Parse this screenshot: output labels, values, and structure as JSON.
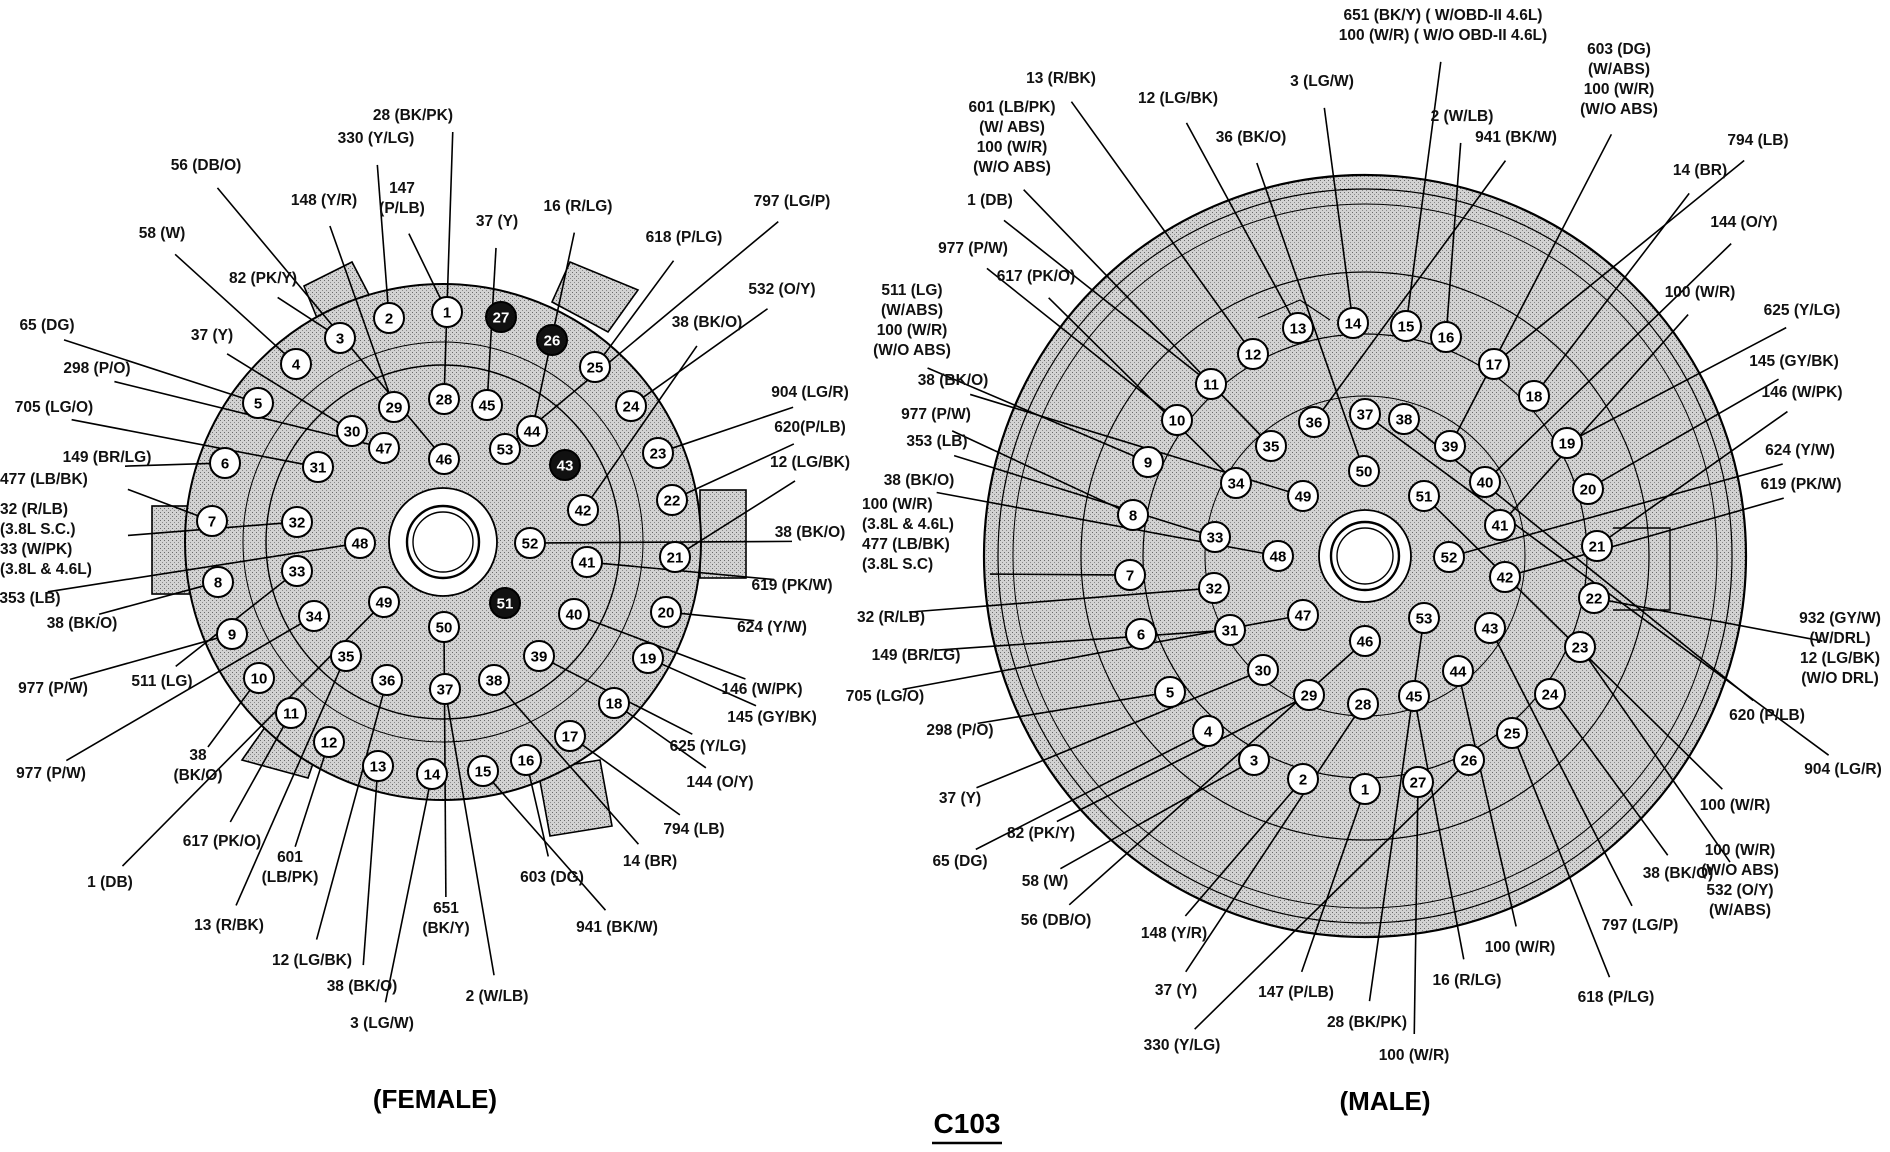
{
  "title": "C103",
  "female": {
    "caption": "(FEMALE)",
    "dark_pins": [
      "26",
      "27",
      "43",
      "51"
    ],
    "labels": [
      {
        "pin": "28",
        "lines": [
          "28 (BK/PK)"
        ]
      },
      {
        "pin": "2",
        "lines": [
          "330 (Y/LG)"
        ]
      },
      {
        "pin": "1",
        "lines": [
          "147",
          "(P/LB)"
        ]
      },
      {
        "pin": "45",
        "lines": [
          "37 (Y)"
        ]
      },
      {
        "pin": "44",
        "lines": [
          "16 (R/LG)"
        ]
      },
      {
        "pin": "25",
        "lines": [
          "618 (P/LG)"
        ]
      },
      {
        "pin": "53",
        "lines": [
          "797 (LG/P)"
        ]
      },
      {
        "pin": "24",
        "lines": [
          "532 (O/Y)"
        ]
      },
      {
        "pin": "42",
        "lines": [
          "38 (BK/O)"
        ]
      },
      {
        "pin": "23",
        "lines": [
          "904 (LG/R)"
        ]
      },
      {
        "pin": "22",
        "lines": [
          "620(P/LB)"
        ]
      },
      {
        "pin": "21",
        "lines": [
          "12 (LG/BK)"
        ]
      },
      {
        "pin": "52",
        "lines": [
          "38 (BK/O)"
        ]
      },
      {
        "pin": "41",
        "lines": [
          "619 (PK/W)"
        ]
      },
      {
        "pin": "20",
        "lines": [
          "624 (Y/W)"
        ]
      },
      {
        "pin": "40",
        "lines": [
          "146 (W/PK)"
        ]
      },
      {
        "pin": "19",
        "lines": [
          "145 (GY/BK)"
        ]
      },
      {
        "pin": "39",
        "lines": [
          "625 (Y/LG)"
        ]
      },
      {
        "pin": "18",
        "lines": [
          "144 (O/Y)"
        ]
      },
      {
        "pin": "17",
        "lines": [
          "794 (LB)"
        ]
      },
      {
        "pin": "38",
        "lines": [
          "14 (BR)"
        ]
      },
      {
        "pin": "16",
        "lines": [
          "603 (DG)"
        ]
      },
      {
        "pin": "15",
        "lines": [
          "941 (BK/W)"
        ]
      },
      {
        "pin": "37",
        "lines": [
          "2 (W/LB)"
        ]
      },
      {
        "pin": "50",
        "lines": [
          "651",
          "(BK/Y)"
        ]
      },
      {
        "pin": "14",
        "lines": [
          "3 (LG/W)"
        ]
      },
      {
        "pin": "13",
        "lines": [
          "38 (BK/O)"
        ]
      },
      {
        "pin": "36",
        "lines": [
          "12 (LG/BK)"
        ]
      },
      {
        "pin": "12",
        "lines": [
          "601",
          "(LB/PK)"
        ]
      },
      {
        "pin": "35",
        "lines": [
          "13 (R/BK)"
        ]
      },
      {
        "pin": "11",
        "lines": [
          "617 (PK/O)"
        ]
      },
      {
        "pin": "49",
        "lines": [
          "1 (DB)"
        ]
      },
      {
        "pin": "34",
        "lines": [
          "977 (P/W)"
        ]
      },
      {
        "pin": "10",
        "lines": [
          "38",
          "(BK/O)"
        ]
      },
      {
        "pin": "33",
        "lines": [
          "511 (LG)"
        ]
      },
      {
        "pin": "9",
        "lines": [
          "977 (P/W)"
        ]
      },
      {
        "pin": "8",
        "lines": [
          "38 (BK/O)"
        ]
      },
      {
        "pin": "48",
        "lines": [
          "353 (LB)"
        ]
      },
      {
        "pin": "32",
        "lines": [
          "32 (R/LB)",
          "(3.8L S.C.)",
          "33 (W/PK)",
          "(3.8L & 4.6L)"
        ]
      },
      {
        "pin": "7",
        "lines": [
          "477 (LB/BK)"
        ]
      },
      {
        "pin": "6",
        "lines": [
          "149 (BR/LG)"
        ]
      },
      {
        "pin": "31",
        "lines": [
          "705 (LG/O)"
        ]
      },
      {
        "pin": "47",
        "lines": [
          "298 (P/O)"
        ]
      },
      {
        "pin": "5",
        "lines": [
          "65 (DG)"
        ]
      },
      {
        "pin": "30",
        "lines": [
          "37 (Y)"
        ]
      },
      {
        "pin": "4",
        "lines": [
          "58 (W)"
        ]
      },
      {
        "pin": "3",
        "lines": [
          "82 (PK/Y)"
        ]
      },
      {
        "pin": "29",
        "lines": [
          "148 (Y/R)"
        ]
      },
      {
        "pin": "46",
        "lines": [
          "56 (DB/O)"
        ]
      }
    ]
  },
  "male": {
    "caption": "(MALE)",
    "labels": [
      {
        "pin": "15",
        "lines": [
          "651 (BK/Y) ( W/OBD-II 4.6L)",
          "100 (W/R) ( W/O OBD-II 4.6L)"
        ]
      },
      {
        "pin": "14",
        "lines": [
          "3 (LG/W)"
        ]
      },
      {
        "pin": "12",
        "lines": [
          "13 (R/BK)"
        ]
      },
      {
        "pin": "13",
        "lines": [
          "12 (LG/BK)"
        ]
      },
      {
        "pin": "35",
        "lines": [
          "601 (LB/PK)",
          "(W/ ABS)",
          "100 (W/R)",
          "(W/O ABS)"
        ]
      },
      {
        "pin": "50",
        "lines": [
          "36 (BK/O)"
        ]
      },
      {
        "pin": "16",
        "lines": [
          "2 (W/LB)"
        ]
      },
      {
        "pin": "36",
        "lines": [
          "941 (BK/W)"
        ]
      },
      {
        "pin": "39",
        "lines": [
          "603 (DG)",
          "(W/ABS)",
          "100 (W/R)",
          "(W/O ABS)"
        ]
      },
      {
        "pin": "17",
        "lines": [
          "794 (LB)"
        ]
      },
      {
        "pin": "18",
        "lines": [
          "14 (BR)"
        ]
      },
      {
        "pin": "40",
        "lines": [
          "144 (O/Y)"
        ]
      },
      {
        "pin": "41",
        "lines": [
          "100 (W/R)"
        ]
      },
      {
        "pin": "19",
        "lines": [
          "625 (Y/LG)"
        ]
      },
      {
        "pin": "20",
        "lines": [
          "145 (GY/BK)"
        ]
      },
      {
        "pin": "21",
        "lines": [
          "146 (W/PK)"
        ]
      },
      {
        "pin": "52",
        "lines": [
          "624 (Y/W)"
        ]
      },
      {
        "pin": "42",
        "lines": [
          "619 (PK/W)"
        ]
      },
      {
        "pin": "11",
        "lines": [
          "1 (DB)"
        ]
      },
      {
        "pin": "10",
        "lines": [
          "977 (P/W)"
        ]
      },
      {
        "pin": "34",
        "lines": [
          "617 (PK/O)"
        ]
      },
      {
        "pin": "9",
        "lines": [
          "511 (LG)",
          "(W/ABS)",
          "100 (W/R)",
          "(W/O ABS)"
        ]
      },
      {
        "pin": "49",
        "lines": [
          "38 (BK/O)"
        ]
      },
      {
        "pin": "8",
        "lines": [
          "977 (P/W)"
        ]
      },
      {
        "pin": "33",
        "lines": [
          "353 (LB)"
        ]
      },
      {
        "pin": "48",
        "lines": [
          "38 (BK/O)"
        ]
      },
      {
        "pin": "7",
        "lines": [
          "100 (W/R)",
          "(3.8L & 4.6L)",
          "477 (LB/BK)",
          "(3.8L S.C)"
        ]
      },
      {
        "pin": "32",
        "lines": [
          "32 (R/LB)"
        ]
      },
      {
        "pin": "31",
        "lines": [
          "149 (BR/LG)"
        ]
      },
      {
        "pin": "47",
        "lines": [
          "705 (LG/O)"
        ]
      },
      {
        "pin": "5",
        "lines": [
          "298 (P/O)"
        ]
      },
      {
        "pin": "30",
        "lines": [
          "37 (Y)"
        ]
      },
      {
        "pin": "29",
        "lines": [
          "82 (PK/Y)"
        ]
      },
      {
        "pin": "4",
        "lines": [
          "65 (DG)"
        ]
      },
      {
        "pin": "3",
        "lines": [
          "58 (W)"
        ]
      },
      {
        "pin": "46",
        "lines": [
          "56 (DB/O)"
        ]
      },
      {
        "pin": "2",
        "lines": [
          "148 (Y/R)"
        ]
      },
      {
        "pin": "28",
        "lines": [
          "37 (Y)"
        ]
      },
      {
        "pin": "1",
        "lines": [
          "147 (P/LB)"
        ]
      },
      {
        "pin": "53",
        "lines": [
          "28 (BK/PK)"
        ]
      },
      {
        "pin": "27",
        "lines": [
          "100 (W/R)"
        ]
      },
      {
        "pin": "45",
        "lines": [
          "16 (R/LG)"
        ]
      },
      {
        "pin": "26",
        "lines": [
          "330 (Y/LG)"
        ]
      },
      {
        "pin": "44",
        "lines": [
          "100 (W/R)"
        ]
      },
      {
        "pin": "25",
        "lines": [
          "618 (P/LG)"
        ]
      },
      {
        "pin": "43",
        "lines": [
          "797 (LG/P)"
        ]
      },
      {
        "pin": "24",
        "lines": [
          "38 (BK/O)"
        ]
      },
      {
        "pin": "23",
        "lines": [
          "100 (W/R)",
          "(W/O ABS)",
          "532 (O/Y)",
          "(W/ABS)"
        ]
      },
      {
        "pin": "51",
        "lines": [
          "100 (W/R)"
        ]
      },
      {
        "pin": "37",
        "lines": [
          "904 (LG/R)"
        ]
      },
      {
        "pin": "38",
        "lines": [
          "620 (P/LB)"
        ]
      },
      {
        "pin": "22",
        "lines": [
          "932 (GY/W)",
          "(W/DRL)",
          "12 (LG/BK)",
          "(W/O DRL)"
        ]
      }
    ]
  }
}
